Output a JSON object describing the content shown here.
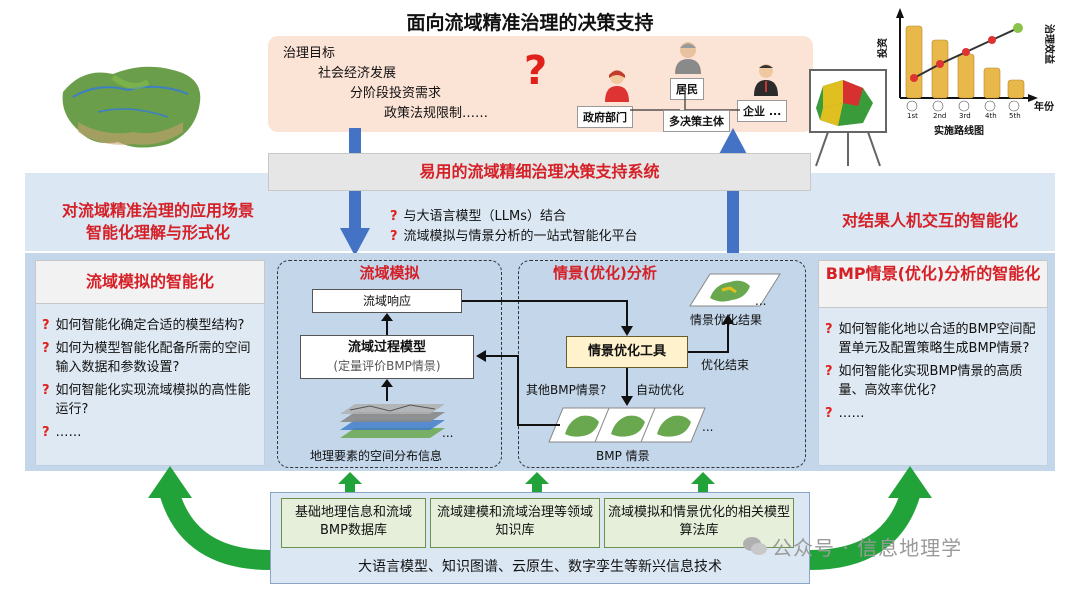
{
  "header": {
    "title": "面向流域精准治理的决策支持"
  },
  "goals": {
    "heading": "治理目标",
    "lines": [
      "社会经济发展",
      "分阶段投资需求",
      "政策法规限制……"
    ],
    "question_mark": "?"
  },
  "actors": {
    "government": "政府部门",
    "residents": "居民",
    "enterprise": "企业 ...",
    "multi": "多决策主体"
  },
  "chart": {
    "ylabel": "投资",
    "y2label": "治理效益",
    "xlabel": "年份",
    "ticks": [
      "1st",
      "2nd",
      "3rd",
      "4th",
      "5th"
    ],
    "caption": "实施路线图"
  },
  "system": {
    "title": "易用的流域精细治理决策支持系统"
  },
  "band": {
    "left_title": "对流域精准治理的应用场景\n智能化理解与形式化",
    "right_title": "对结果人机交互的智能化",
    "items": [
      "与大语言模型（LLMs）结合",
      "流域模拟与情景分析的一站式智能化平台"
    ]
  },
  "left_panel": {
    "title": "流域模拟的智能化",
    "questions": [
      "如何智能化确定合适的模型结构?",
      "如何为模型智能化配备所需的空间输入数据和参数设置?",
      "如何智能化实现流域模拟的高性能运行?",
      "……"
    ]
  },
  "simulation": {
    "title": "流域模拟",
    "response": "流域响应",
    "process_model": "流域过程模型",
    "process_sub": "(定量评价BMP情景)",
    "ellipsis": "...",
    "spatial": "地理要素的空间分布信息"
  },
  "scenario": {
    "title": "情景(优化)分析",
    "result": "情景优化结果",
    "ellipsis": "...",
    "tool": "情景优化工具",
    "end": "优化结束",
    "other": "其他BMP情景?",
    "auto": "自动优化",
    "bmp": "BMP 情景",
    "bmp_ellipsis": "..."
  },
  "right_panel": {
    "title": "BMP情景(优化)分析的智能化",
    "questions": [
      "如何智能化地以合适的BMP空间配置单元及配置策略生成BMP情景?",
      "如何智能化实现BMP情景的高质量、高效率优化?",
      "……"
    ]
  },
  "bottom": {
    "kb1": "基础地理信息和流域BMP数据库",
    "kb2": "流域建模和流域治理等领域知识库",
    "kb3": "流域模拟和情景优化的相关模型算法库",
    "tech": "大语言模型、知识图谱、云原生、数字孪生等新兴信息技术"
  },
  "watermark": "公众号 · 信息地理学"
}
